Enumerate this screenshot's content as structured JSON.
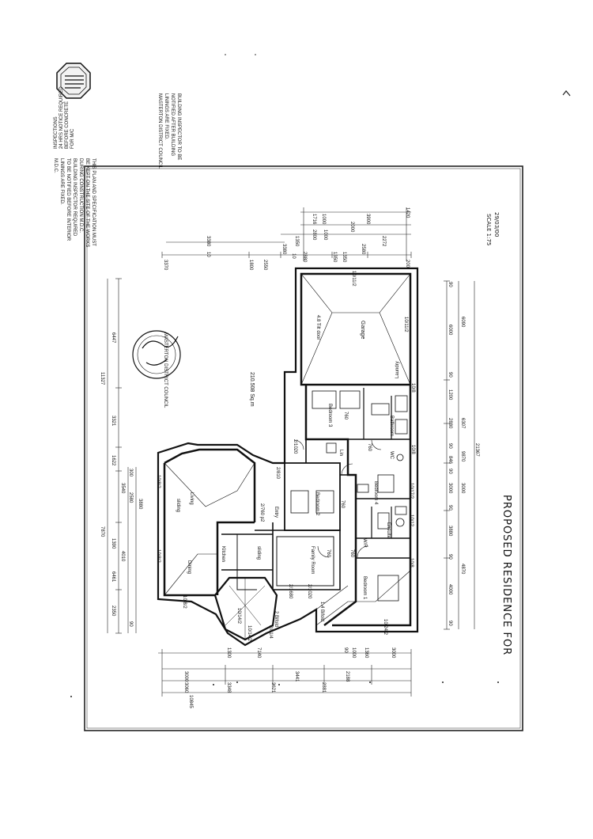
{
  "stamps": {
    "top_left_lines": [
      "INSPECTIONS",
      "24 HRS NOTICE REQUIRED",
      "BEFORE CONCRETE",
      "FOR M/C"
    ],
    "approval_lines": [
      "THIS PLAN AND SPECIFICATION MUST",
      "BE KEPT ON THE SITE OF THE WORKS",
      "DURING CONSTRUCTION              M.D.C.",
      "BUILDING INSPECTOR REQUIRED",
      "TO BE NOTIFIED BEFORE INTERIOR",
      "LININGS ARE FIXED.",
      "M.D.C."
    ],
    "inspector_lines": [
      "BUILDING INSPECTOR TO BE",
      "NOTIFIED AFTER BUILDING",
      "LININGS ARE FIXED.",
      "MASTERTON DISTRICT COUNCIL"
    ],
    "council_seal": "MASTERTON DISTRICT COUNCIL"
  },
  "drawing": {
    "title": "PROPOSED RESIDENCE FOR",
    "date": "29/03/00",
    "ref": "SCALE 1:75",
    "area": "210.508 Sq.m"
  },
  "rooms": {
    "garage": "Garage",
    "bedroom3": "Bedroom 3",
    "bathroom": "Bathroom",
    "bedroom2": "Bedroom 2",
    "bedroom4": "Bedroom 4",
    "entry": "Entry",
    "living": "Living",
    "kitchen": "Kitchen",
    "family": "Family Room",
    "ensuite": "Ensuite",
    "bedroom1": "Bedroom 1",
    "dining": "Dining",
    "laundry": "Laundry",
    "wc": "WC",
    "linen": "Lin",
    "wir": "W/R"
  },
  "notes": {
    "tile_door": "4.8 Tilt door",
    "r_garage_top": "10/11/2",
    "r_garage_side": "10/11/2",
    "r_garage_2": "10/8",
    "r_bath": "10/8",
    "r_bed4": "10/17/2",
    "r_ens": "10/12",
    "r_bed1": "10/24/2",
    "r_bed1b": "10/8",
    "r_entry": "2/810",
    "r_entry2": "2/760 p2",
    "r_fam": "2/1680",
    "r_liv": "10/8/2",
    "r_din": "10/8/2",
    "r_kit": "10/14/2",
    "r_bay": "10/14/2",
    "r_dining_b": "10/8/2",
    "d1": "760",
    "d2": "760",
    "d3": "760",
    "d4": "760",
    "d5": "760",
    "bed1_b": "1.4 Bifold",
    "bay_b": "2 Bifold",
    "bay_c": "2/81/4",
    "liv_lbl": "sliding",
    "fam_lbl": "sliding",
    "rail": "2/1020",
    "r_ent_bot": "2/1020"
  },
  "dims_top": [
    "3370",
    "3380",
    "10",
    "1800",
    "2550",
    "3380",
    "10",
    "2880",
    "1350",
    "2800",
    "1000",
    "1350",
    "1350",
    "1716",
    "1000",
    "2000",
    "3900",
    "2580",
    "2272",
    "200",
    "1420"
  ],
  "dims_left": [
    "11327",
    "6447",
    "3321",
    "1622",
    "300",
    "3540",
    "2580",
    "3880",
    "7870",
    "1390",
    "4010",
    "6461",
    "2350",
    "90"
  ],
  "dims_right": [
    "90",
    "6000",
    "6090",
    "90",
    "1200",
    "6307",
    "2880",
    "90",
    "846",
    "90",
    "3000",
    "90",
    "3000",
    "3880",
    "90",
    "4000",
    "4870",
    "9870",
    "90",
    "21367"
  ],
  "dims_bottom": [
    "3000",
    "1360",
    "1000",
    "90",
    "2188",
    "3441",
    "2881",
    "3621",
    "3348",
    "3060",
    "10845",
    "1300",
    "7140",
    "3000"
  ]
}
